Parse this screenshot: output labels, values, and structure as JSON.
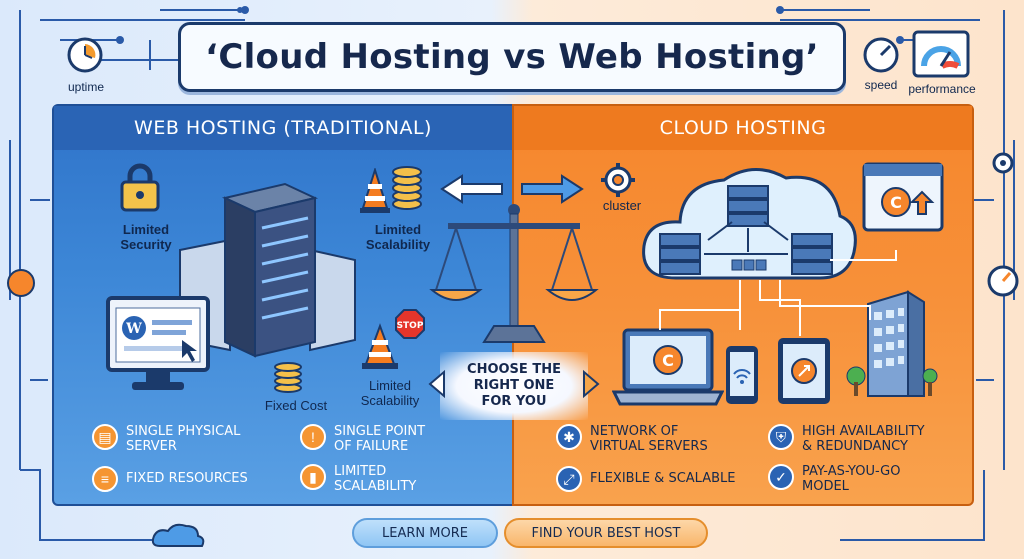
{
  "title": "‘Cloud Hosting vs Web Hosting’",
  "corner_labels": {
    "uptime": "uptime",
    "speed": "speed",
    "performance": "performance"
  },
  "web": {
    "heading": "WEB HOSTING (TRADITIONAL)",
    "labels": {
      "limited_security": "Limited\nSecurity",
      "limited_scalability_top": "Limited\nScalability",
      "fixed_cost": "Fixed Cost",
      "limited_scalability_bottom": "Limited\nScalability",
      "stop_sign": "STOP"
    },
    "features": [
      {
        "icon": "server-icon",
        "text": "SINGLE PHYSICAL\nSERVER"
      },
      {
        "icon": "warning-icon",
        "text": "SINGLE POINT\nOF FAILURE"
      },
      {
        "icon": "coins-icon",
        "text": "FIXED RESOURCES"
      },
      {
        "icon": "bar-chart-icon",
        "text": "LIMITED\nSCALABILITY"
      }
    ]
  },
  "cloud": {
    "heading": "CLOUD HOSTING",
    "labels": {
      "cluster": "cluster"
    },
    "features": [
      {
        "icon": "network-icon",
        "text": "NETWORK OF\nVIRTUAL SERVERS"
      },
      {
        "icon": "shield-icon",
        "text": "HIGH AVAILABILITY\n& REDUNDANCY"
      },
      {
        "icon": "expand-arrows-icon",
        "text": "FLEXIBLE & SCALABLE"
      },
      {
        "icon": "handshake-icon",
        "text": "PAY-AS-YOU-GO\nMODEL"
      }
    ]
  },
  "center": {
    "choose": "CHOOSE THE\nRIGHT ONE\nFOR YOU"
  },
  "buttons": {
    "learn_more": "LEARN MORE",
    "find_host": "FIND YOUR BEST HOST"
  },
  "colors": {
    "web_blue": "#2f73c9",
    "cloud_orange": "#f6862c",
    "navy": "#16284d"
  }
}
